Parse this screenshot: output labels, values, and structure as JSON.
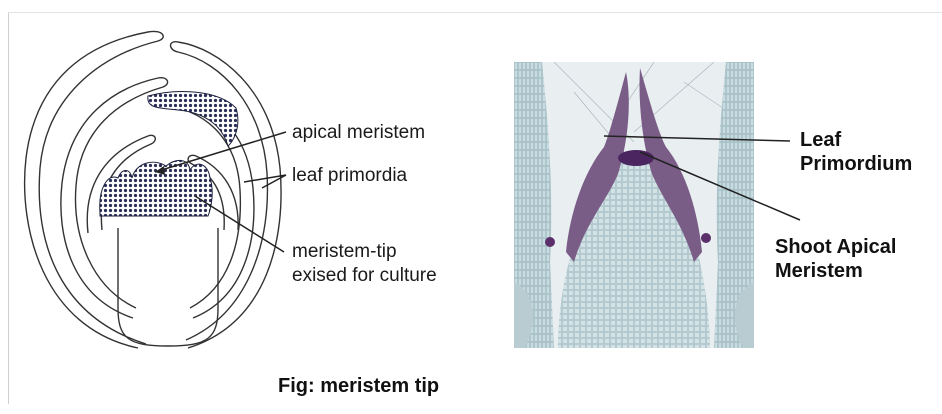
{
  "left_labels": {
    "apical_meristem": "apical meristem",
    "leaf_primordia": "leaf primordia",
    "meristem_tip_line1": "meristem-tip",
    "meristem_tip_line2": "exised for culture"
  },
  "right_labels": {
    "leaf_line1": "Leaf",
    "leaf_line2": "Primordium",
    "shoot_line1": "Shoot Apical",
    "shoot_line2": "Meristem"
  },
  "caption": "Fig: meristem tip",
  "colors": {
    "stain_purple": "#4a2560",
    "tissue_blue": "#c9dbe0",
    "line_dark": "#222222"
  }
}
